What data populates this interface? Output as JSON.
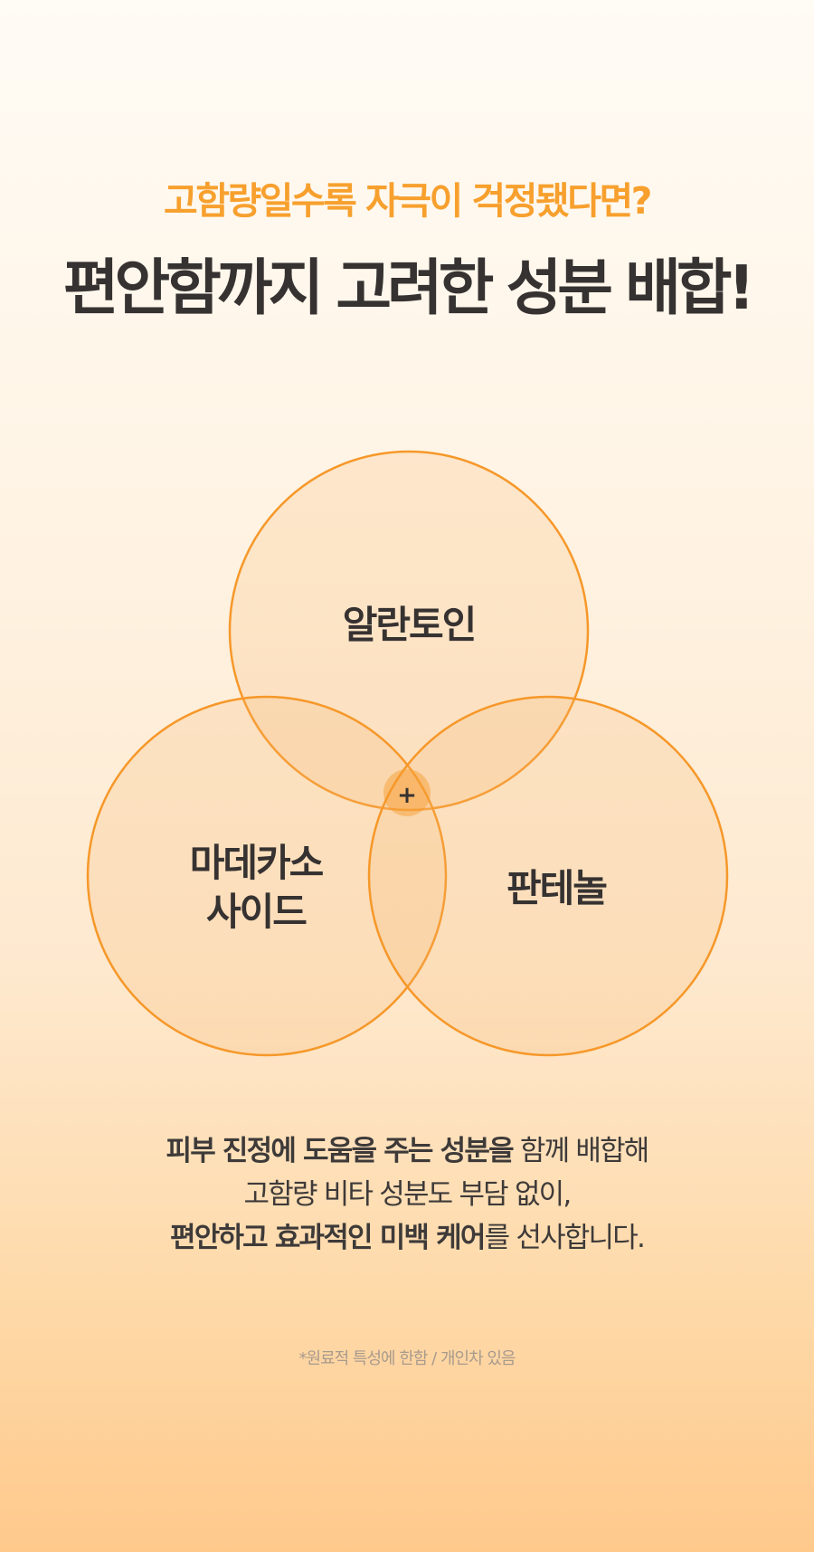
{
  "header": {
    "subtitle": "고함량일수록 자극이 걱정됐다면?",
    "title": "편안함까지 고려한 성분 배합!"
  },
  "venn": {
    "top_label": "알란토인",
    "left_label_line1": "마데카소",
    "left_label_line2": "사이드",
    "right_label": "판테놀",
    "center_symbol": "+"
  },
  "description": {
    "line1_bold1": "피부 진정에 도움을 주는 성분을",
    "line1_regular": " 함께 배합해",
    "line2": "고함량 비타 성분도 부담 없이,",
    "line3_bold": "편안하고 효과적인 미백 케어",
    "line3_regular": "를 선사합니다."
  },
  "footnote": "*원료적 특성에 한함 / 개인차 있음",
  "colors": {
    "accent": "#f7a02e",
    "circle_stroke": "#f6982a",
    "text_dark": "#363231",
    "footnote": "#a89a8d"
  }
}
